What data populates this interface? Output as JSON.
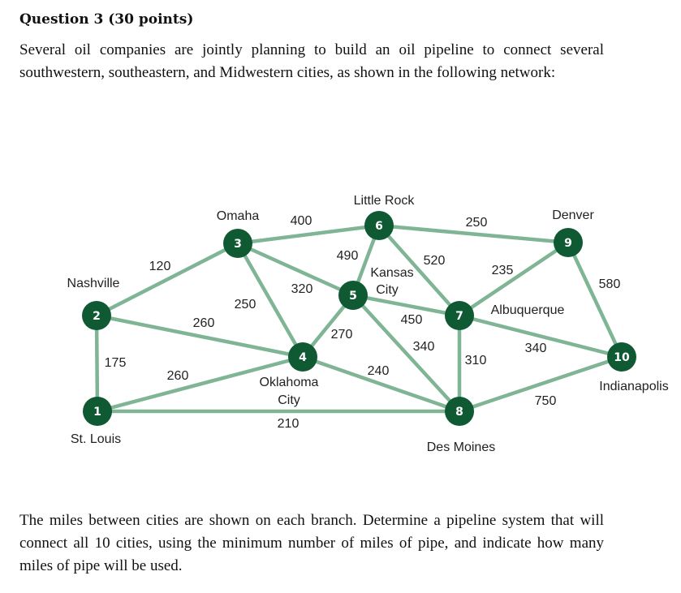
{
  "question": {
    "heading": "Question 3 (30 points)",
    "intro": "Several oil companies are jointly planning to build an oil pipeline to connect several southwestern, southeastern, and Midwestern cities, as shown in the following network:",
    "outro": "The miles between cities are shown on each branch. Determine a pipeline system that will connect all 10 cities, using the minimum number of miles of pipe, and indicate how many miles of pipe will be used."
  },
  "network": {
    "colors": {
      "node": "#0f5a33",
      "edge": "#7fb595",
      "node_text": "#ffffff"
    },
    "nodes": [
      {
        "id": "1",
        "city": [
          "St. Louis"
        ]
      },
      {
        "id": "2",
        "city": [
          "Nashville"
        ]
      },
      {
        "id": "3",
        "city": [
          "Omaha"
        ]
      },
      {
        "id": "4",
        "city": [
          "Oklahoma",
          "City"
        ]
      },
      {
        "id": "5",
        "city": [
          "Kansas",
          "City"
        ]
      },
      {
        "id": "6",
        "city": [
          "Little Rock"
        ]
      },
      {
        "id": "7",
        "city": [
          "Albuquerque"
        ]
      },
      {
        "id": "8",
        "city": [
          "Des Moines"
        ]
      },
      {
        "id": "9",
        "city": [
          "Denver"
        ]
      },
      {
        "id": "10",
        "city": [
          "Indianapolis"
        ]
      }
    ],
    "edges": [
      {
        "from": "1",
        "to": "2",
        "miles": "175"
      },
      {
        "from": "1",
        "to": "4",
        "miles": "260"
      },
      {
        "from": "1",
        "to": "8",
        "miles": "210"
      },
      {
        "from": "2",
        "to": "3",
        "miles": "120"
      },
      {
        "from": "2",
        "to": "4",
        "miles": "260"
      },
      {
        "from": "3",
        "to": "4",
        "miles": "250"
      },
      {
        "from": "3",
        "to": "5",
        "miles": "320"
      },
      {
        "from": "3",
        "to": "6",
        "miles": "400"
      },
      {
        "from": "4",
        "to": "5",
        "miles": "270"
      },
      {
        "from": "4",
        "to": "8",
        "miles": "240"
      },
      {
        "from": "5",
        "to": "6",
        "miles": "490"
      },
      {
        "from": "5",
        "to": "7",
        "miles": "450"
      },
      {
        "from": "5",
        "to": "8",
        "miles": "340"
      },
      {
        "from": "6",
        "to": "7",
        "miles": "520"
      },
      {
        "from": "6",
        "to": "9",
        "miles": "250"
      },
      {
        "from": "7",
        "to": "9",
        "miles": "235"
      },
      {
        "from": "7",
        "to": "8",
        "miles": "310"
      },
      {
        "from": "7",
        "to": "10",
        "miles": "340"
      },
      {
        "from": "9",
        "to": "10",
        "miles": "580"
      },
      {
        "from": "8",
        "to": "10",
        "miles": "750"
      }
    ]
  }
}
